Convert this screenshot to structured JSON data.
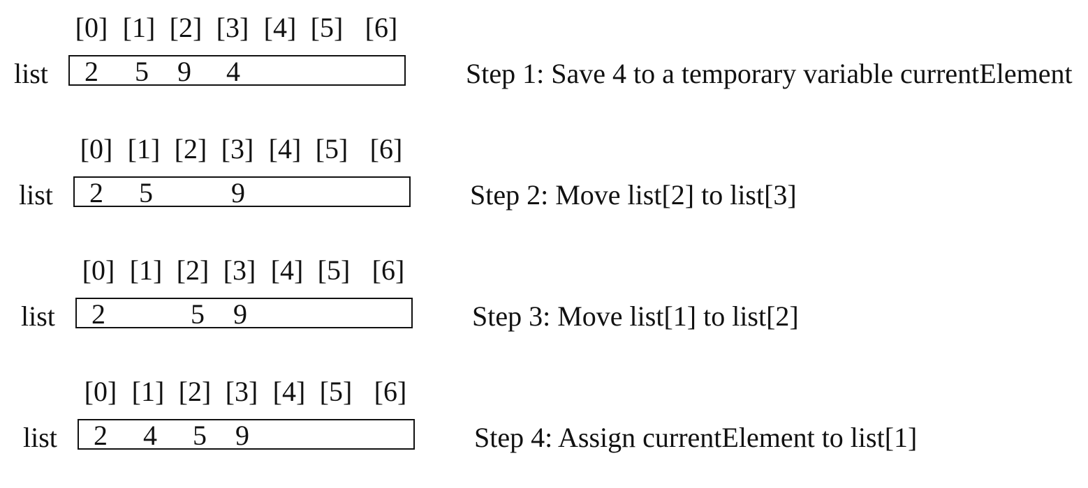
{
  "index_labels": [
    "[0]",
    "[1]",
    "[2]",
    "[3]",
    "[4]",
    "[5]",
    "[6]"
  ],
  "list_label": "list",
  "steps": [
    {
      "cells": [
        "2",
        "5",
        "9",
        "4",
        "",
        "",
        ""
      ],
      "caption": "Step 1: Save 4 to a temporary variable currentElement"
    },
    {
      "cells": [
        "2",
        "5",
        "",
        "9",
        "",
        "",
        ""
      ],
      "caption": "Step 2: Move list[2] to list[3]"
    },
    {
      "cells": [
        "2",
        "",
        "5",
        "9",
        "",
        "",
        ""
      ],
      "caption": "Step 3: Move list[1] to list[2]"
    },
    {
      "cells": [
        "2",
        "4",
        "5",
        "9",
        "",
        "",
        ""
      ],
      "caption": "Step 4: Assign currentElement to list[1]"
    }
  ]
}
